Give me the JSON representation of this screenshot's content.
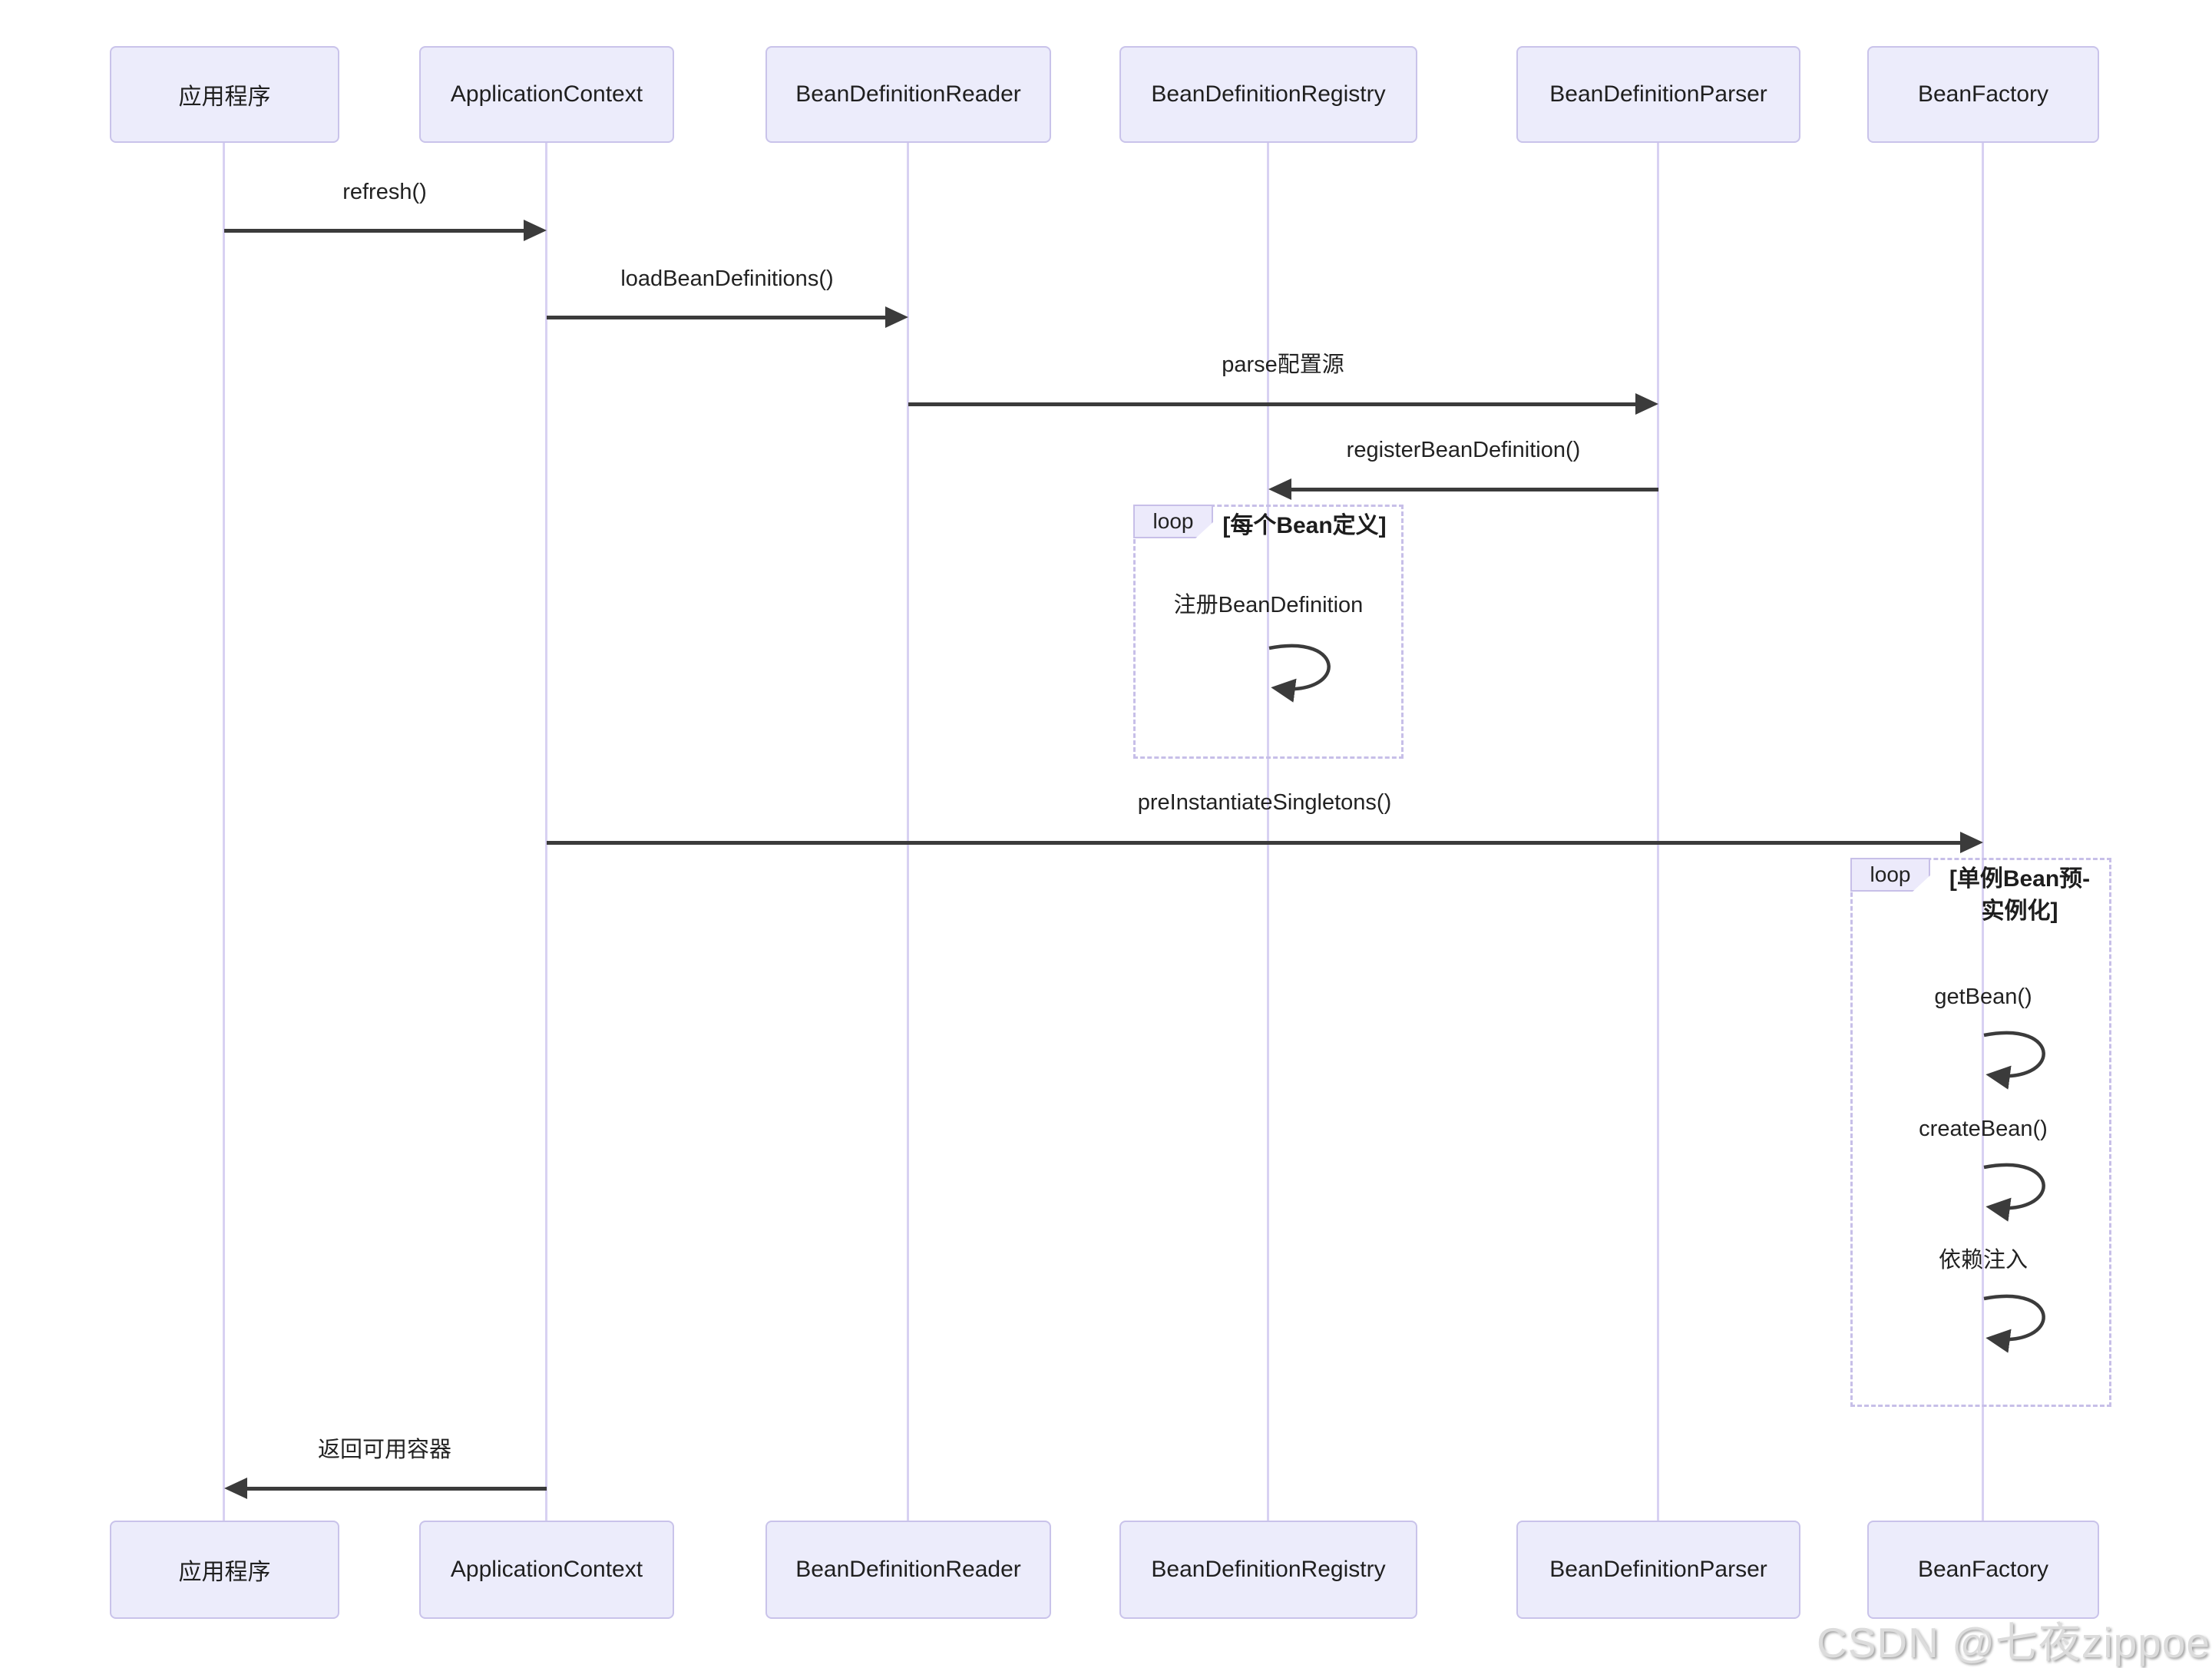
{
  "diagram": {
    "type": "sequence",
    "actors": [
      {
        "id": "app",
        "label": "应用程序"
      },
      {
        "id": "context",
        "label": "ApplicationContext"
      },
      {
        "id": "reader",
        "label": "BeanDefinitionReader"
      },
      {
        "id": "registry",
        "label": "BeanDefinitionRegistry"
      },
      {
        "id": "parser",
        "label": "BeanDefinitionParser"
      },
      {
        "id": "factory",
        "label": "BeanFactory"
      }
    ],
    "messages": [
      {
        "label": "refresh()",
        "from": "应用程序",
        "to": "ApplicationContext",
        "direction": "right"
      },
      {
        "label": "loadBeanDefinitions()",
        "from": "ApplicationContext",
        "to": "BeanDefinitionReader",
        "direction": "right"
      },
      {
        "label": "parse配置源",
        "from": "BeanDefinitionReader",
        "to": "BeanDefinitionParser",
        "direction": "right"
      },
      {
        "label": "registerBeanDefinition()",
        "from": "BeanDefinitionParser",
        "to": "BeanDefinitionRegistry",
        "direction": "left"
      },
      {
        "label": "preInstantiateSingletons()",
        "from": "ApplicationContext",
        "to": "BeanFactory",
        "direction": "right"
      },
      {
        "label": "返回可用容器",
        "from": "ApplicationContext",
        "to": "应用程序",
        "direction": "left"
      }
    ],
    "self_messages": [
      {
        "label": "注册BeanDefinition",
        "on": "BeanDefinitionRegistry"
      },
      {
        "label": "getBean()",
        "on": "BeanFactory"
      },
      {
        "label": "createBean()",
        "on": "BeanFactory"
      },
      {
        "label": "依赖注入",
        "on": "BeanFactory"
      }
    ],
    "loops": [
      {
        "keyword": "loop",
        "condition": "[每个Bean定义]"
      },
      {
        "keyword": "loop",
        "condition_line1": "[单例Bean预-",
        "condition_line2": "实例化]"
      }
    ],
    "colors": {
      "actor_fill": "#ECECFB",
      "actor_border": "#C9C3EA",
      "lifeline": "#D8D1F2",
      "arrow": "#3B3B3B",
      "loop_border": "#C7BFE8",
      "text": "#222222",
      "watermark_text": "#DCDCDC"
    },
    "watermark": "CSDN @七夜zippoe"
  }
}
